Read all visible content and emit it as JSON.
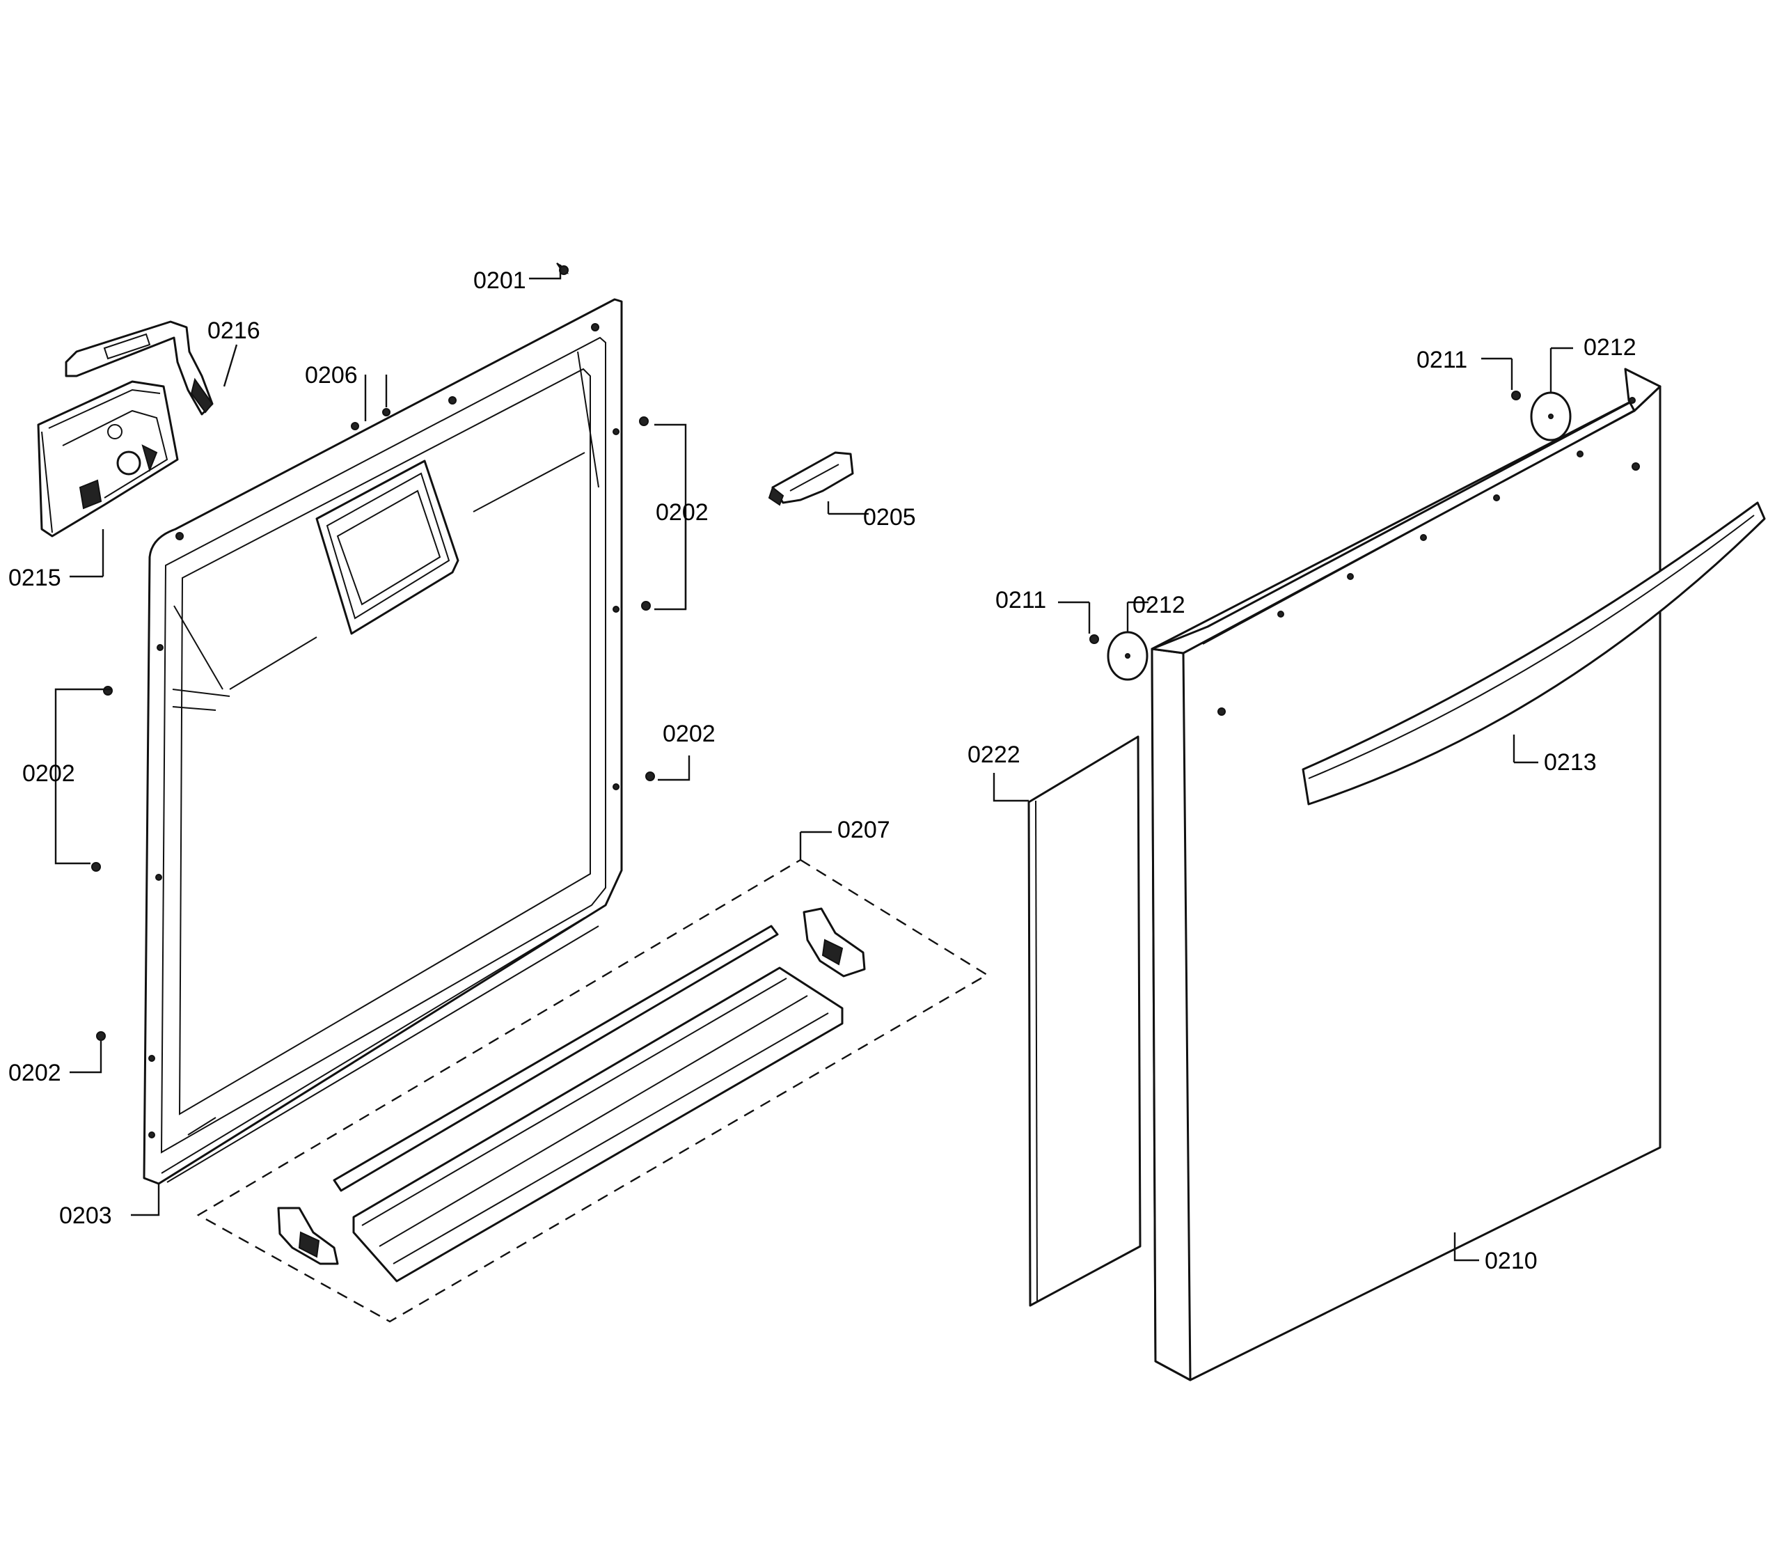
{
  "diagram": {
    "callouts": {
      "c0201": "0201",
      "c0216": "0216",
      "c0206": "0206",
      "c0202_a": "0202",
      "c0205": "0205",
      "c0215": "0215",
      "c0202_b": "0202",
      "c0202_c": "0202",
      "c0202_d": "0202",
      "c0207": "0207",
      "c0203": "0203",
      "c0211_top": "0211",
      "c0212_top": "0212",
      "c0211_mid": "0211",
      "c0212_mid": "0212",
      "c0222": "0222",
      "c0213": "0213",
      "c0210": "0210"
    }
  }
}
